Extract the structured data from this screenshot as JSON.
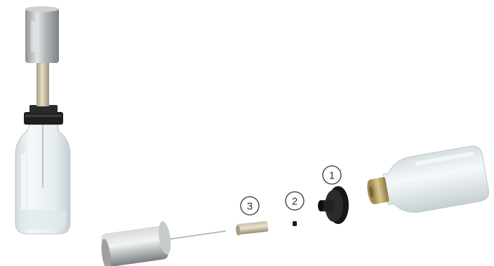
{
  "callouts": [
    {
      "label": "1"
    },
    {
      "label": "2"
    },
    {
      "label": "3"
    }
  ],
  "colors": {
    "metal": "#b9bcbd",
    "glass": "#e6eef0",
    "black_cap": "#1c1c1c",
    "tube": "#d9cfb9",
    "brass": "#b8a46a",
    "callout_stroke": "#333333"
  }
}
